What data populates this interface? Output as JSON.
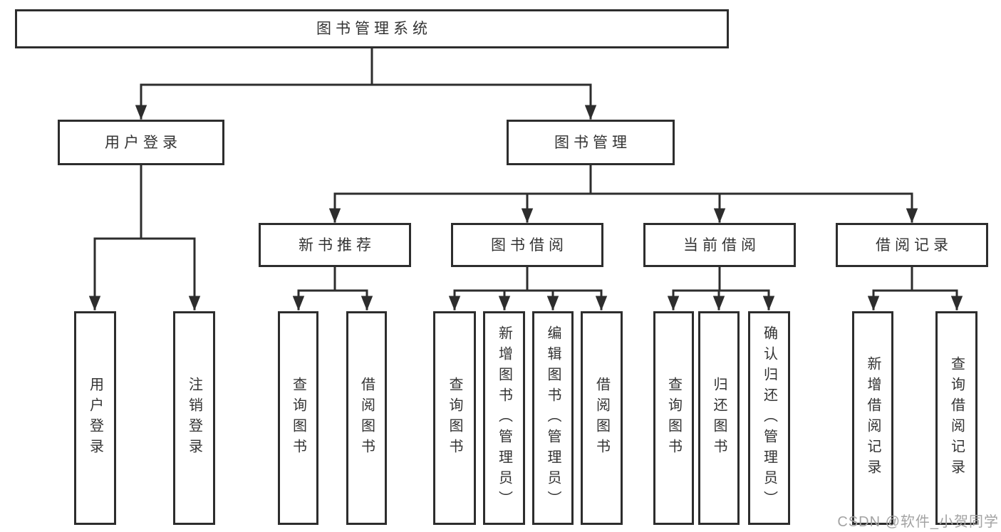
{
  "diagram": {
    "tree": {
      "root": {
        "label": "图书管理系统",
        "children": [
          {
            "label": "用户登录",
            "children": [
              {
                "label": "用户登录"
              },
              {
                "label": "注销登录"
              }
            ]
          },
          {
            "label": "图书管理",
            "children": [
              {
                "label": "新书推荐",
                "children": [
                  {
                    "label": "查询图书"
                  },
                  {
                    "label": "借阅图书"
                  }
                ]
              },
              {
                "label": "图书借阅",
                "children": [
                  {
                    "label": "查询图书"
                  },
                  {
                    "label": "新增图书（管理员）"
                  },
                  {
                    "label": "编辑图书（管理员）"
                  },
                  {
                    "label": "借阅图书"
                  }
                ]
              },
              {
                "label": "当前借阅",
                "children": [
                  {
                    "label": "查询图书"
                  },
                  {
                    "label": "归还图书"
                  },
                  {
                    "label": "确认归还（管理员）"
                  }
                ]
              },
              {
                "label": "借阅记录",
                "children": [
                  {
                    "label": "新增借阅记录"
                  },
                  {
                    "label": "查询借阅记录"
                  }
                ]
              }
            ]
          }
        ]
      }
    },
    "colors": {
      "line": "#2d2d2d",
      "text": "#333333",
      "background": "#ffffff",
      "watermark": "#a3a3a3"
    }
  },
  "watermark": {
    "text": "CSDN @软件_小贺同学"
  }
}
